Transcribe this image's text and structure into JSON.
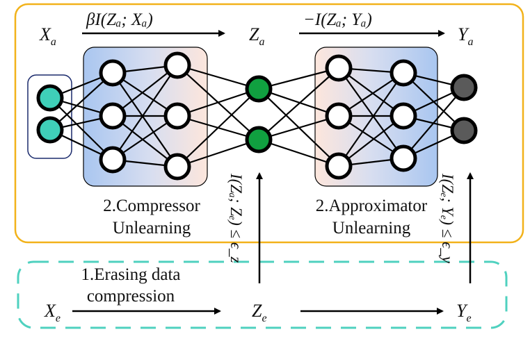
{
  "labels": {
    "x_a": "X",
    "x_a_sub": "a",
    "z_a": "Z",
    "z_a_sub": "a",
    "y_a": "Y",
    "y_a_sub": "a",
    "x_e": "X",
    "x_e_sub": "e",
    "z_e": "Z",
    "z_e_sub": "e",
    "y_e": "Y",
    "y_e_sub": "e"
  },
  "arrows": {
    "compress_term": "βI(Zₐ; Xₐ)",
    "predict_term": "−I(Zₐ; Yₐ)",
    "constraint_z": "I(Zₐ; Zₑ) ≤ ϵ_z",
    "constraint_y": "I(Zₑ; Yₑ) ≤ ϵ_y"
  },
  "sections": {
    "compressor_line1": "2.Compressor",
    "compressor_line2": "Unlearning",
    "approximator_line1": "2.Approximator",
    "approximator_line2": "Unlearning",
    "erasing_line1": "1.Erasing data",
    "erasing_line2": "compression"
  },
  "colors": {
    "outer_box": "#f2b21a",
    "dashed_box": "#4fd1bf",
    "input_node": "#3fcfb8",
    "latent_node": "#10a040",
    "output_node": "#5a5a5a",
    "hidden_node": "#ffffff",
    "panel_blue": "#a9c6f0",
    "panel_peach": "#fde6dc"
  }
}
